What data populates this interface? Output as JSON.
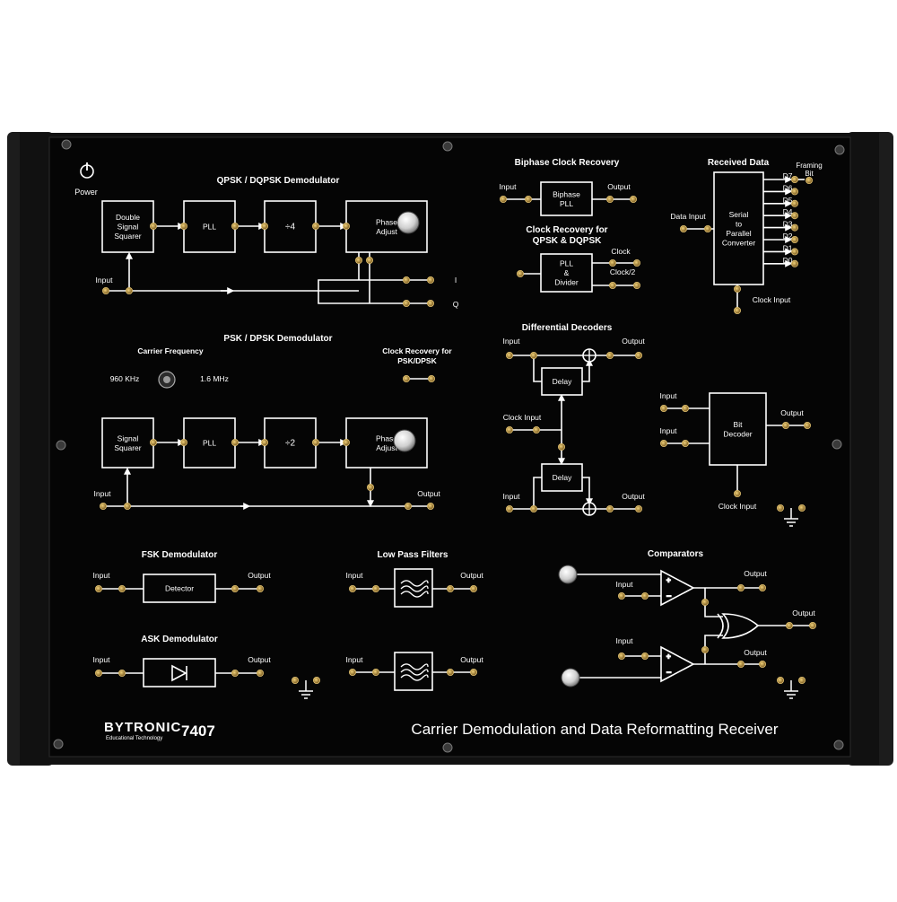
{
  "panel": {
    "brand": "BYTRONIC",
    "brand_sub": "Educational Technology",
    "model": "7407",
    "title": "Carrier Demodulation and Data Reformatting Receiver",
    "power_label": "Power"
  },
  "qpsk": {
    "title": "QPSK / DQPSK  Demodulator",
    "squarer": [
      "Double",
      "Signal",
      "Squarer"
    ],
    "pll": "PLL",
    "divider": "÷4",
    "phase": [
      "Phase",
      "Adjust"
    ],
    "input": "Input",
    "out_i": "I",
    "out_q": "Q"
  },
  "psk": {
    "title": "PSK / DPSK Demodulator",
    "carrier_label": "Carrier Frequency",
    "freq_low": "960 KHz",
    "freq_high": "1.6 MHz",
    "clock_rec": [
      "Clock Recovery for",
      "PSK/DPSK"
    ],
    "squarer": [
      "Signal",
      "Squarer"
    ],
    "pll": "PLL",
    "divider": "÷2",
    "phase": [
      "Phase",
      "Adjust"
    ],
    "input": "Input",
    "output": "Output"
  },
  "biphase": {
    "title": "Biphase Clock Recovery",
    "block": [
      "Biphase",
      "PLL"
    ],
    "input": "Input",
    "output": "Output"
  },
  "qclock": {
    "title": [
      "Clock Recovery for",
      "QPSK & DQPSK"
    ],
    "block": [
      "PLL",
      "&",
      "Divider"
    ],
    "clock": "Clock",
    "clock2": "Clock/2"
  },
  "received": {
    "title": "Received Data",
    "framing": [
      "Framing",
      "Bit"
    ],
    "data_input": "Data Input",
    "block": [
      "Serial",
      "to",
      "Parallel",
      "Converter"
    ],
    "bits": [
      "D7",
      "D6",
      "D5",
      "D4",
      "D3",
      "D2",
      "D1",
      "D0"
    ],
    "clock_input": "Clock Input"
  },
  "diff": {
    "title": "Differential Decoders",
    "input": "Input",
    "output": "Output",
    "delay": "Delay",
    "clock_input": "Clock  Input",
    "input2": "Input",
    "output2": "Output"
  },
  "bitdec": {
    "input1": "Input",
    "input2": "Input",
    "output": "Output",
    "block": [
      "Bit",
      "Decoder"
    ],
    "clock_input": "Clock Input"
  },
  "fsk": {
    "title": "FSK  Demodulator",
    "input": "Input",
    "output": "Output",
    "block": "Detector"
  },
  "ask": {
    "title": "ASK Demodulator",
    "input": "Input",
    "output": "Output"
  },
  "lpf": {
    "title": "Low Pass Filters",
    "input": "Input",
    "output": "Output"
  },
  "comp": {
    "title": "Comparators",
    "input1": "Input",
    "output1": "Output",
    "output_xor": "Output",
    "input2": "Input",
    "output2": "Output"
  }
}
